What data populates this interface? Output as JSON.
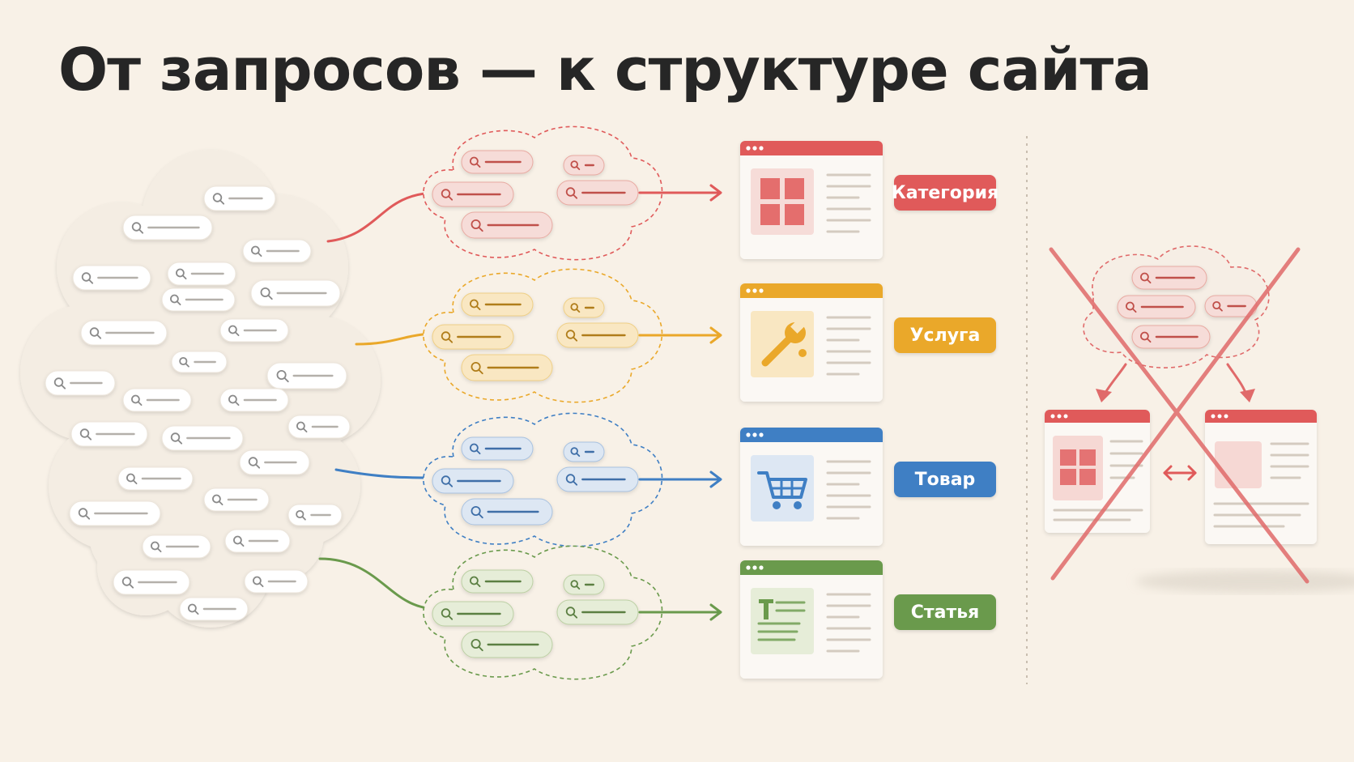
{
  "title": "От запросов — к структуре сайта",
  "colors": {
    "background": "#f8f1e7",
    "category": "#e05a5a",
    "service": "#eaa82a",
    "product": "#3f7fc4",
    "article": "#6a9a4c",
    "cross": "#e06a6a"
  },
  "categories": [
    {
      "id": "category",
      "label": "Категория",
      "color": "#e05a5a",
      "icon": "grid-icon"
    },
    {
      "id": "service",
      "label": "Услуга",
      "color": "#eaa82a",
      "icon": "wrench-icon"
    },
    {
      "id": "product",
      "label": "Товар",
      "color": "#3f7fc4",
      "icon": "shopping-cart-icon"
    },
    {
      "id": "article",
      "label": "Статья",
      "color": "#6a9a4c",
      "icon": "text-document-icon"
    }
  ],
  "anti_pattern": {
    "description_icon": "crossed-out-cannibalization-icon",
    "arrow_icon": "double-arrow-icon"
  }
}
